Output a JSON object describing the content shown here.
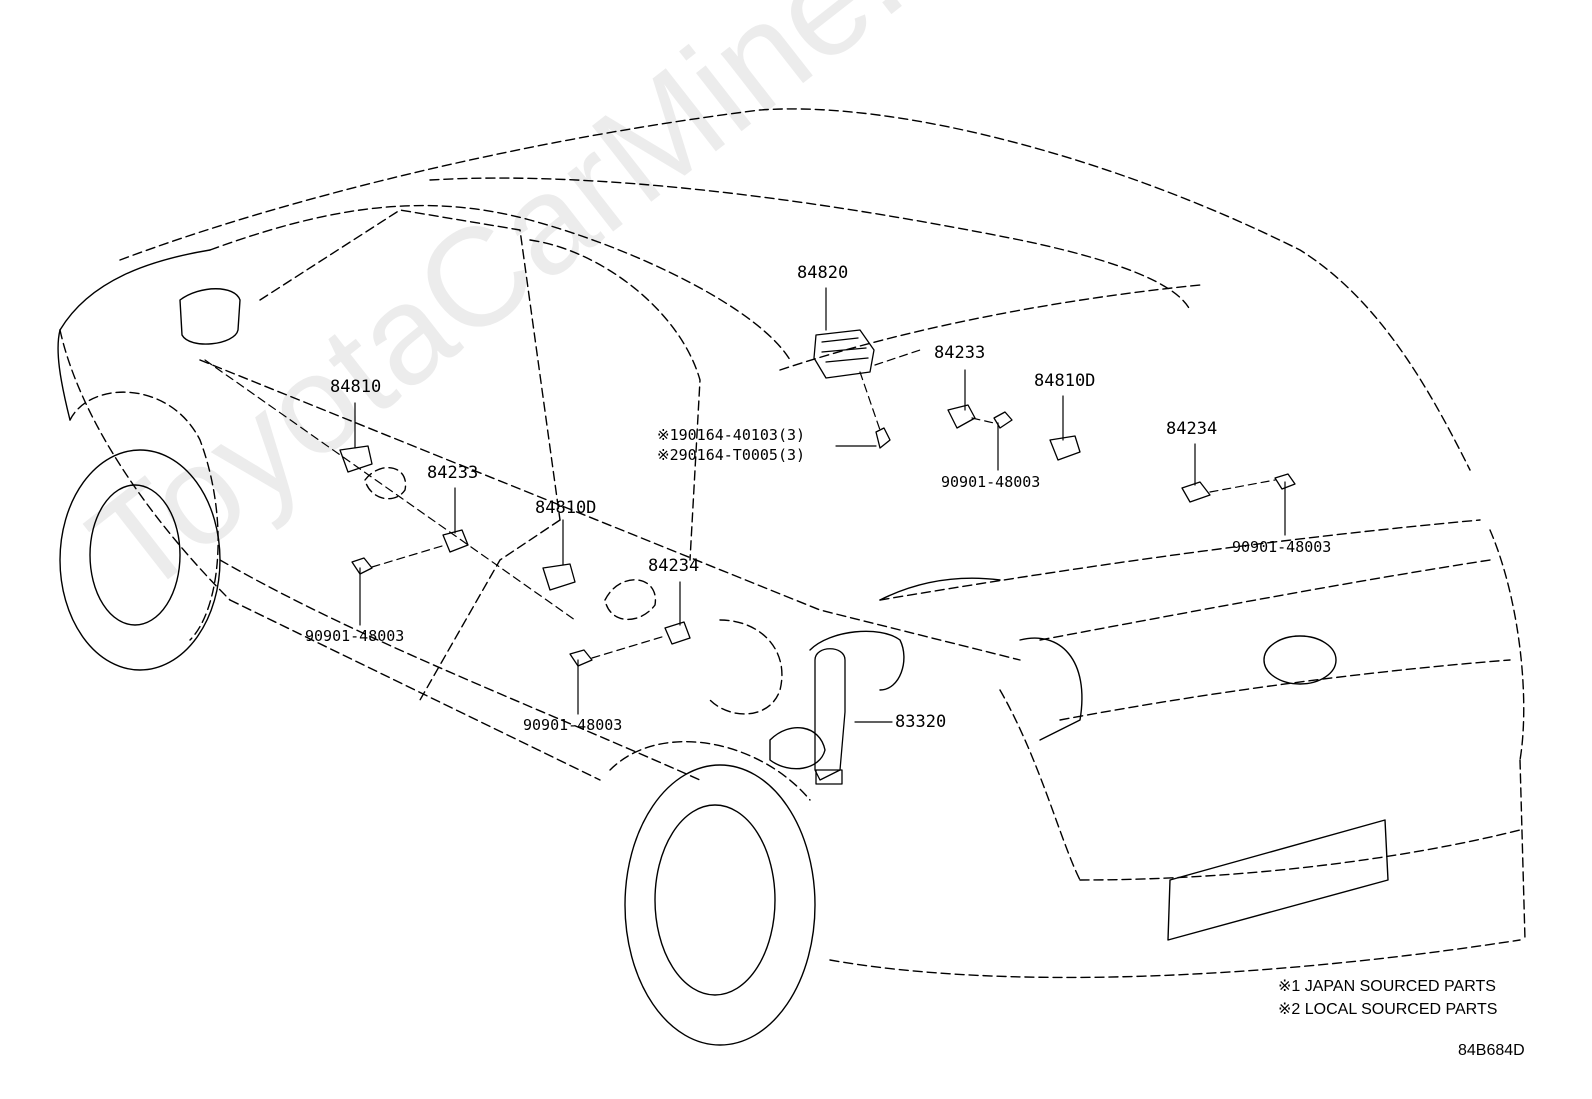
{
  "diagram": {
    "part_labels": {
      "p84820": "84820",
      "p84233_right": "84233",
      "p84810D_right": "84810D",
      "p84234_right": "84234",
      "p84810_left": "84810",
      "p84233_left": "84233",
      "p84810D_left": "84810D",
      "p84234_left": "84234",
      "p83320": "83320",
      "clip_japan": "※190164-40103(3)",
      "clip_local": "※290164-T0005(3)",
      "bolt_right_1": "90901-48003",
      "bolt_right_2": "90901-48003",
      "bolt_left_1": "90901-48003",
      "bolt_left_2": "90901-48003"
    },
    "notes": {
      "japan": "※1 JAPAN SOURCED PARTS",
      "local": "※2 LOCAL SOURCED PARTS"
    },
    "drawing_code": "84B684D",
    "watermark": "ToyotaCarMine.ru",
    "colors": {
      "line": "#000000",
      "background": "#ffffff"
    }
  }
}
